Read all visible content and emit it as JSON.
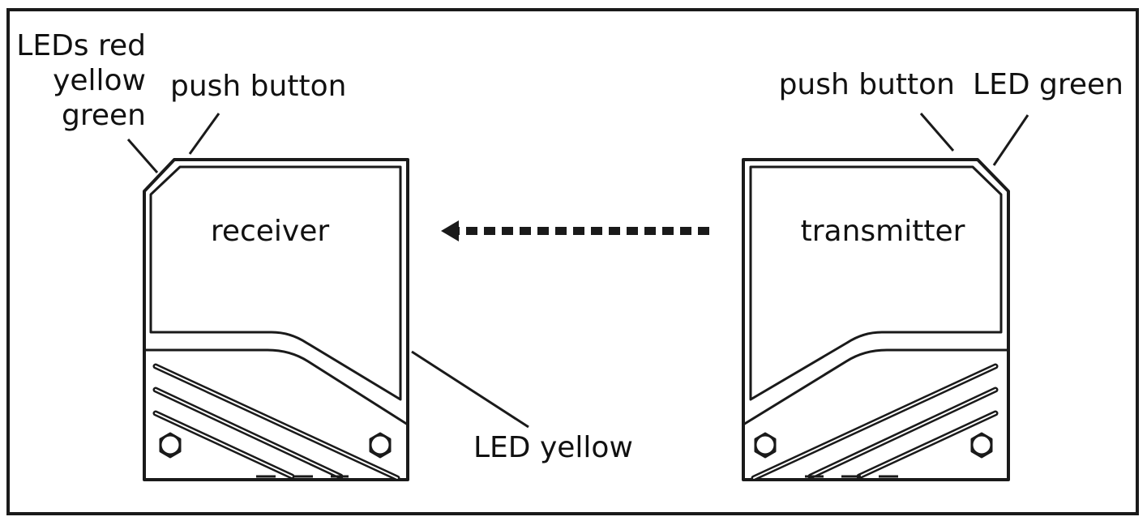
{
  "labels": {
    "leds_red": "LEDs red",
    "leds_yellow": "yellow",
    "leds_green": "green",
    "receiver_push_button": "push button",
    "transmitter_push_button": "push button",
    "led_green": "LED green",
    "led_yellow": "LED yellow",
    "receiver": "receiver",
    "transmitter": "transmitter"
  },
  "colors": {
    "stroke": "#1a1a1a",
    "background": "#ffffff"
  }
}
